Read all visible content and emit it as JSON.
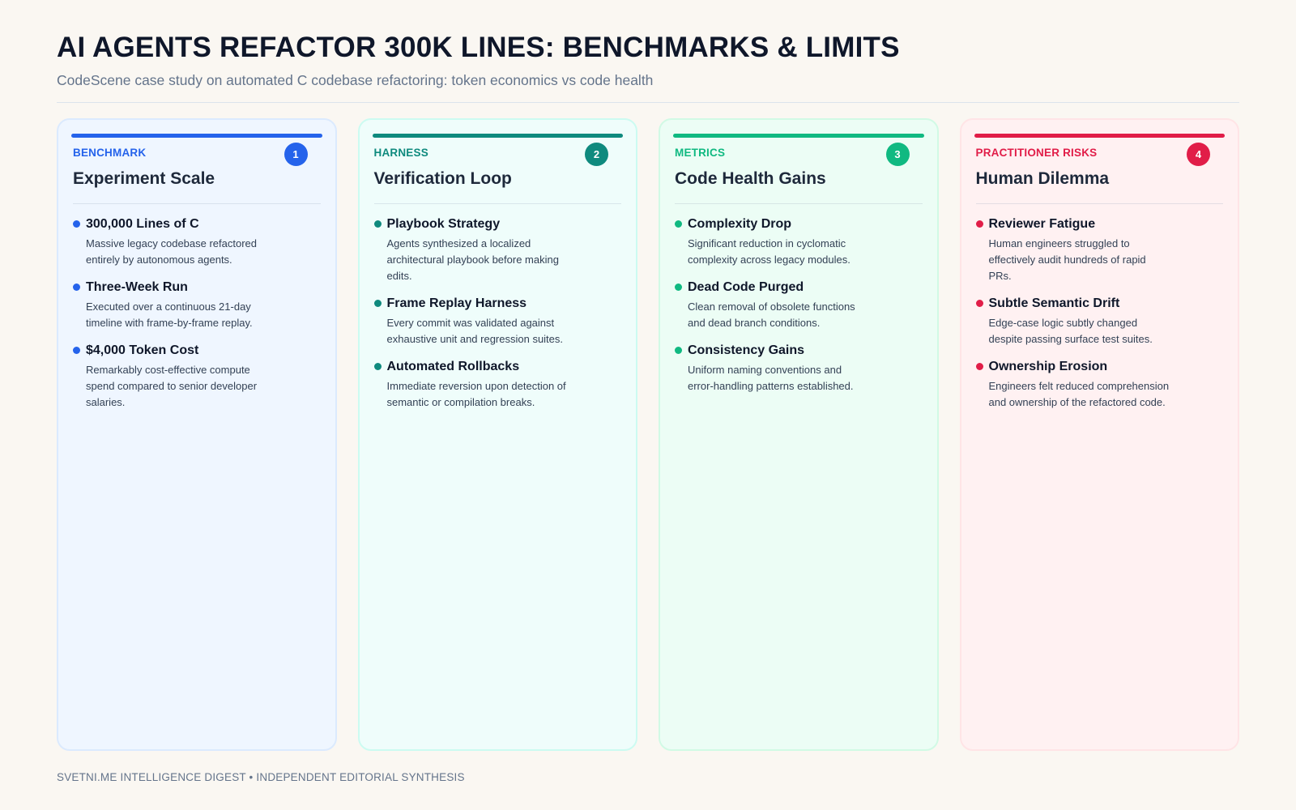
{
  "header": {
    "title": "AI AGENTS REFACTOR 300K LINES: BENCHMARKS & LIMITS",
    "subtitle": "CodeScene case study on automated C codebase refactoring: token economics vs code health"
  },
  "cards": [
    {
      "tag": "BENCHMARK",
      "number": "1",
      "title": "Experiment Scale",
      "accent": "#2563eb",
      "background": "#eff6ff",
      "border": "#dbeafe",
      "items": [
        {
          "title": "300,000 Lines of C",
          "desc": "Massive legacy codebase refactored entirely by autonomous agents."
        },
        {
          "title": "Three-Week Run",
          "desc": "Executed over a continuous 21-day timeline with frame-by-frame replay."
        },
        {
          "title": "$4,000 Token Cost",
          "desc": "Remarkably cost-effective compute spend compared to senior developer salaries."
        }
      ]
    },
    {
      "tag": "HARNESS",
      "number": "2",
      "title": "Verification Loop",
      "accent": "#0f8a7e",
      "background": "#effdfb",
      "border": "#ccfbf1",
      "items": [
        {
          "title": "Playbook Strategy",
          "desc": "Agents synthesized a localized architectural playbook before making edits."
        },
        {
          "title": "Frame Replay Harness",
          "desc": "Every commit was validated against exhaustive unit and regression suites."
        },
        {
          "title": "Automated Rollbacks",
          "desc": "Immediate reversion upon detection of semantic or compilation breaks."
        }
      ]
    },
    {
      "tag": "METRICS",
      "number": "3",
      "title": "Code Health Gains",
      "accent": "#10b981",
      "background": "#ecfdf5",
      "border": "#d1fae5",
      "items": [
        {
          "title": "Complexity Drop",
          "desc": "Significant reduction in cyclomatic complexity across legacy modules."
        },
        {
          "title": "Dead Code Purged",
          "desc": "Clean removal of obsolete functions and dead branch conditions."
        },
        {
          "title": "Consistency Gains",
          "desc": "Uniform naming conventions and error-handling patterns established."
        }
      ]
    },
    {
      "tag": "PRACTITIONER RISKS",
      "number": "4",
      "title": "Human Dilemma",
      "accent": "#e11d48",
      "background": "#fff1f2",
      "border": "#ffe4e6",
      "items": [
        {
          "title": "Reviewer Fatigue",
          "desc": "Human engineers struggled to effectively audit hundreds of rapid PRs."
        },
        {
          "title": "Subtle Semantic Drift",
          "desc": "Edge-case logic subtly changed despite passing surface test suites."
        },
        {
          "title": "Ownership Erosion",
          "desc": "Engineers felt reduced comprehension and ownership of the refactored code."
        }
      ]
    }
  ],
  "footer": {
    "text": "SVETNI.ME INTELLIGENCE DIGEST • INDEPENDENT EDITORIAL SYNTHESIS"
  }
}
